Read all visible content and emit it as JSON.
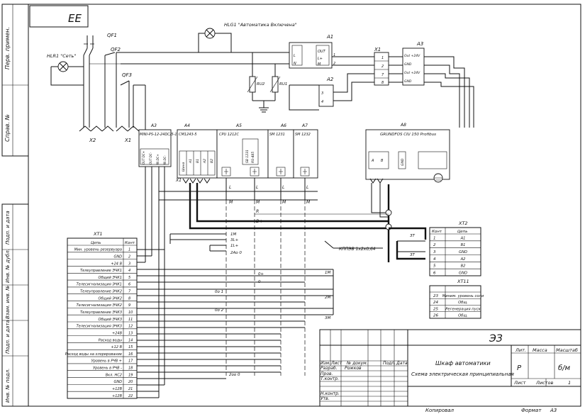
{
  "side_stamp": [
    "Перв. примен.",
    "Справ. №",
    "Подп. и дата",
    "Инв. № дубл.",
    "Взам. инв. №",
    "Подп. и дата",
    "Инв. № подл."
  ],
  "corner_code": "ЕЕ",
  "lamps": {
    "hl1": "HLR1 \"Сеть\"",
    "hlg1": "HLG1 \"Автоматика Включена\""
  },
  "breakers": [
    "QF1",
    "QF2",
    "QF3"
  ],
  "terminals_power": [
    "X2",
    "X1"
  ],
  "pin_digits": [
    "1",
    "2",
    "3",
    "4",
    "5",
    "6",
    "7",
    "8",
    "9",
    "10",
    "11"
  ],
  "ps_module": {
    "ref": "A1",
    "pins_in": [
      "L",
      "N"
    ],
    "pins_out": [
      "OUT",
      "L+",
      "M"
    ]
  },
  "a2": {
    "ref": "A2"
  },
  "a3": {
    "ref": "A3",
    "pins": [
      "Out +24V",
      "GND",
      "Out +24V",
      "GND"
    ]
  },
  "x1": {
    "ref": "X1"
  },
  "ru": {
    "ru1": "RU1",
    "ru2": "RU2"
  },
  "modules": [
    {
      "ref": "A3",
      "title": "MINI-PS-12-24DC/5-15DC/2",
      "pins": [
        "OUT DC+",
        "OUT DC-",
        "IN DC+",
        "IN DC-"
      ]
    },
    {
      "ref": "A4",
      "title": "CM1243-5",
      "pins": [
        "Шина",
        "A1",
        "B1",
        "A2",
        "B2"
      ]
    },
    {
      "ref": "A5",
      "title": "CPU 1212C",
      "pins": [
        "SB 1231",
        "RS-485"
      ]
    },
    {
      "ref": "A6",
      "title": "SM 1231"
    },
    {
      "ref": "A7",
      "title": "SM 1232"
    },
    {
      "ref": "A8",
      "title": "GRUNDFOS CIU 150 Profibus",
      "pins": [
        "A",
        "B",
        "GND"
      ]
    }
  ],
  "x1_label": "X1",
  "bus": {
    "m": "M",
    "l": "L",
    "r": "R",
    "d": "D+",
    "cable": "КППЭВ 1х2х0,64"
  },
  "net_labels": [
    "1М",
    "3L+",
    "1L+",
    "2Ao 0",
    "0+",
    "0-",
    "1М",
    "2М",
    "3М",
    "0о 1",
    "0о 2",
    "2оо 0"
  ],
  "xt1": {
    "ref": "XT1",
    "head": [
      "Цепь",
      "Конт"
    ],
    "rows": [
      [
        "Мин. уровень резервуара",
        "1"
      ],
      [
        "GND",
        "2"
      ],
      [
        "+24 В",
        "3"
      ],
      [
        "Телеуправление ЭЧК1",
        "4"
      ],
      [
        "Общий ЭЧК1",
        "5"
      ],
      [
        "Телесигнализация ЭЧК1",
        "6"
      ],
      [
        "Телеуправление ЭЧК2",
        "7"
      ],
      [
        "Общий ЭЧК2",
        "8"
      ],
      [
        "Телесигнализация ЭЧК2",
        "9"
      ],
      [
        "Телеуправление ЭЧК3",
        "10"
      ],
      [
        "Общий ЭЧК3",
        "11"
      ],
      [
        "Телесигнализация ЭЧК3",
        "12"
      ],
      [
        "+24В",
        "13"
      ],
      [
        "Расход воды",
        "14"
      ],
      [
        "+12 В",
        "15"
      ],
      [
        "Расход воды на хлорирование",
        "16"
      ],
      [
        "Уровень в РЧВ +",
        "17"
      ],
      [
        "Уровень в РЧВ -",
        "18"
      ],
      [
        "Вкл. НС2",
        "19"
      ],
      [
        "GND",
        "20"
      ],
      [
        "+12В",
        "21"
      ],
      [
        "+12В",
        "22"
      ]
    ]
  },
  "xt2": {
    "ref": "XT2",
    "head": [
      "Конт",
      "Цепь"
    ],
    "rows": [
      [
        "1",
        "A1"
      ],
      [
        "2",
        "B1"
      ],
      [
        "3",
        "GND"
      ],
      [
        "4",
        "A2"
      ],
      [
        "5",
        "B2"
      ],
      [
        "6",
        "GND"
      ]
    ]
  },
  "xt11": {
    "ref": "XT11",
    "head": [
      "Конт",
      "Цепь"
    ],
    "rows": [
      [
        "23",
        "Миним. уровень соли"
      ],
      [
        "24",
        "Общ."
      ],
      [
        "25",
        "Регенерация пуск"
      ],
      [
        "26",
        "Общ."
      ]
    ]
  },
  "cable_refs": [
    "ЗТ",
    "ЗТ"
  ],
  "title_block": {
    "code": "ЭЗ",
    "name": "Шкаф автоматики",
    "doc": "Схема электрическая принципиальная",
    "lit_head": "Лит.",
    "mass_head": "Масса",
    "scale_head": "Масштаб",
    "lit": "Р",
    "scale": "б/м",
    "sheet": "Лист",
    "sheets": "Листов",
    "sheets_val": "1",
    "rows": [
      "Изм.",
      "Лист",
      "№ докум.",
      "Подп.",
      "Дата"
    ],
    "roles": [
      "Разраб.",
      "Пров.",
      "Т.контр.",
      "",
      "Н.контр.",
      "Утв."
    ],
    "developer": "Рожков",
    "copied": "Копировал",
    "format": "Формат",
    "format_val": "А3"
  }
}
